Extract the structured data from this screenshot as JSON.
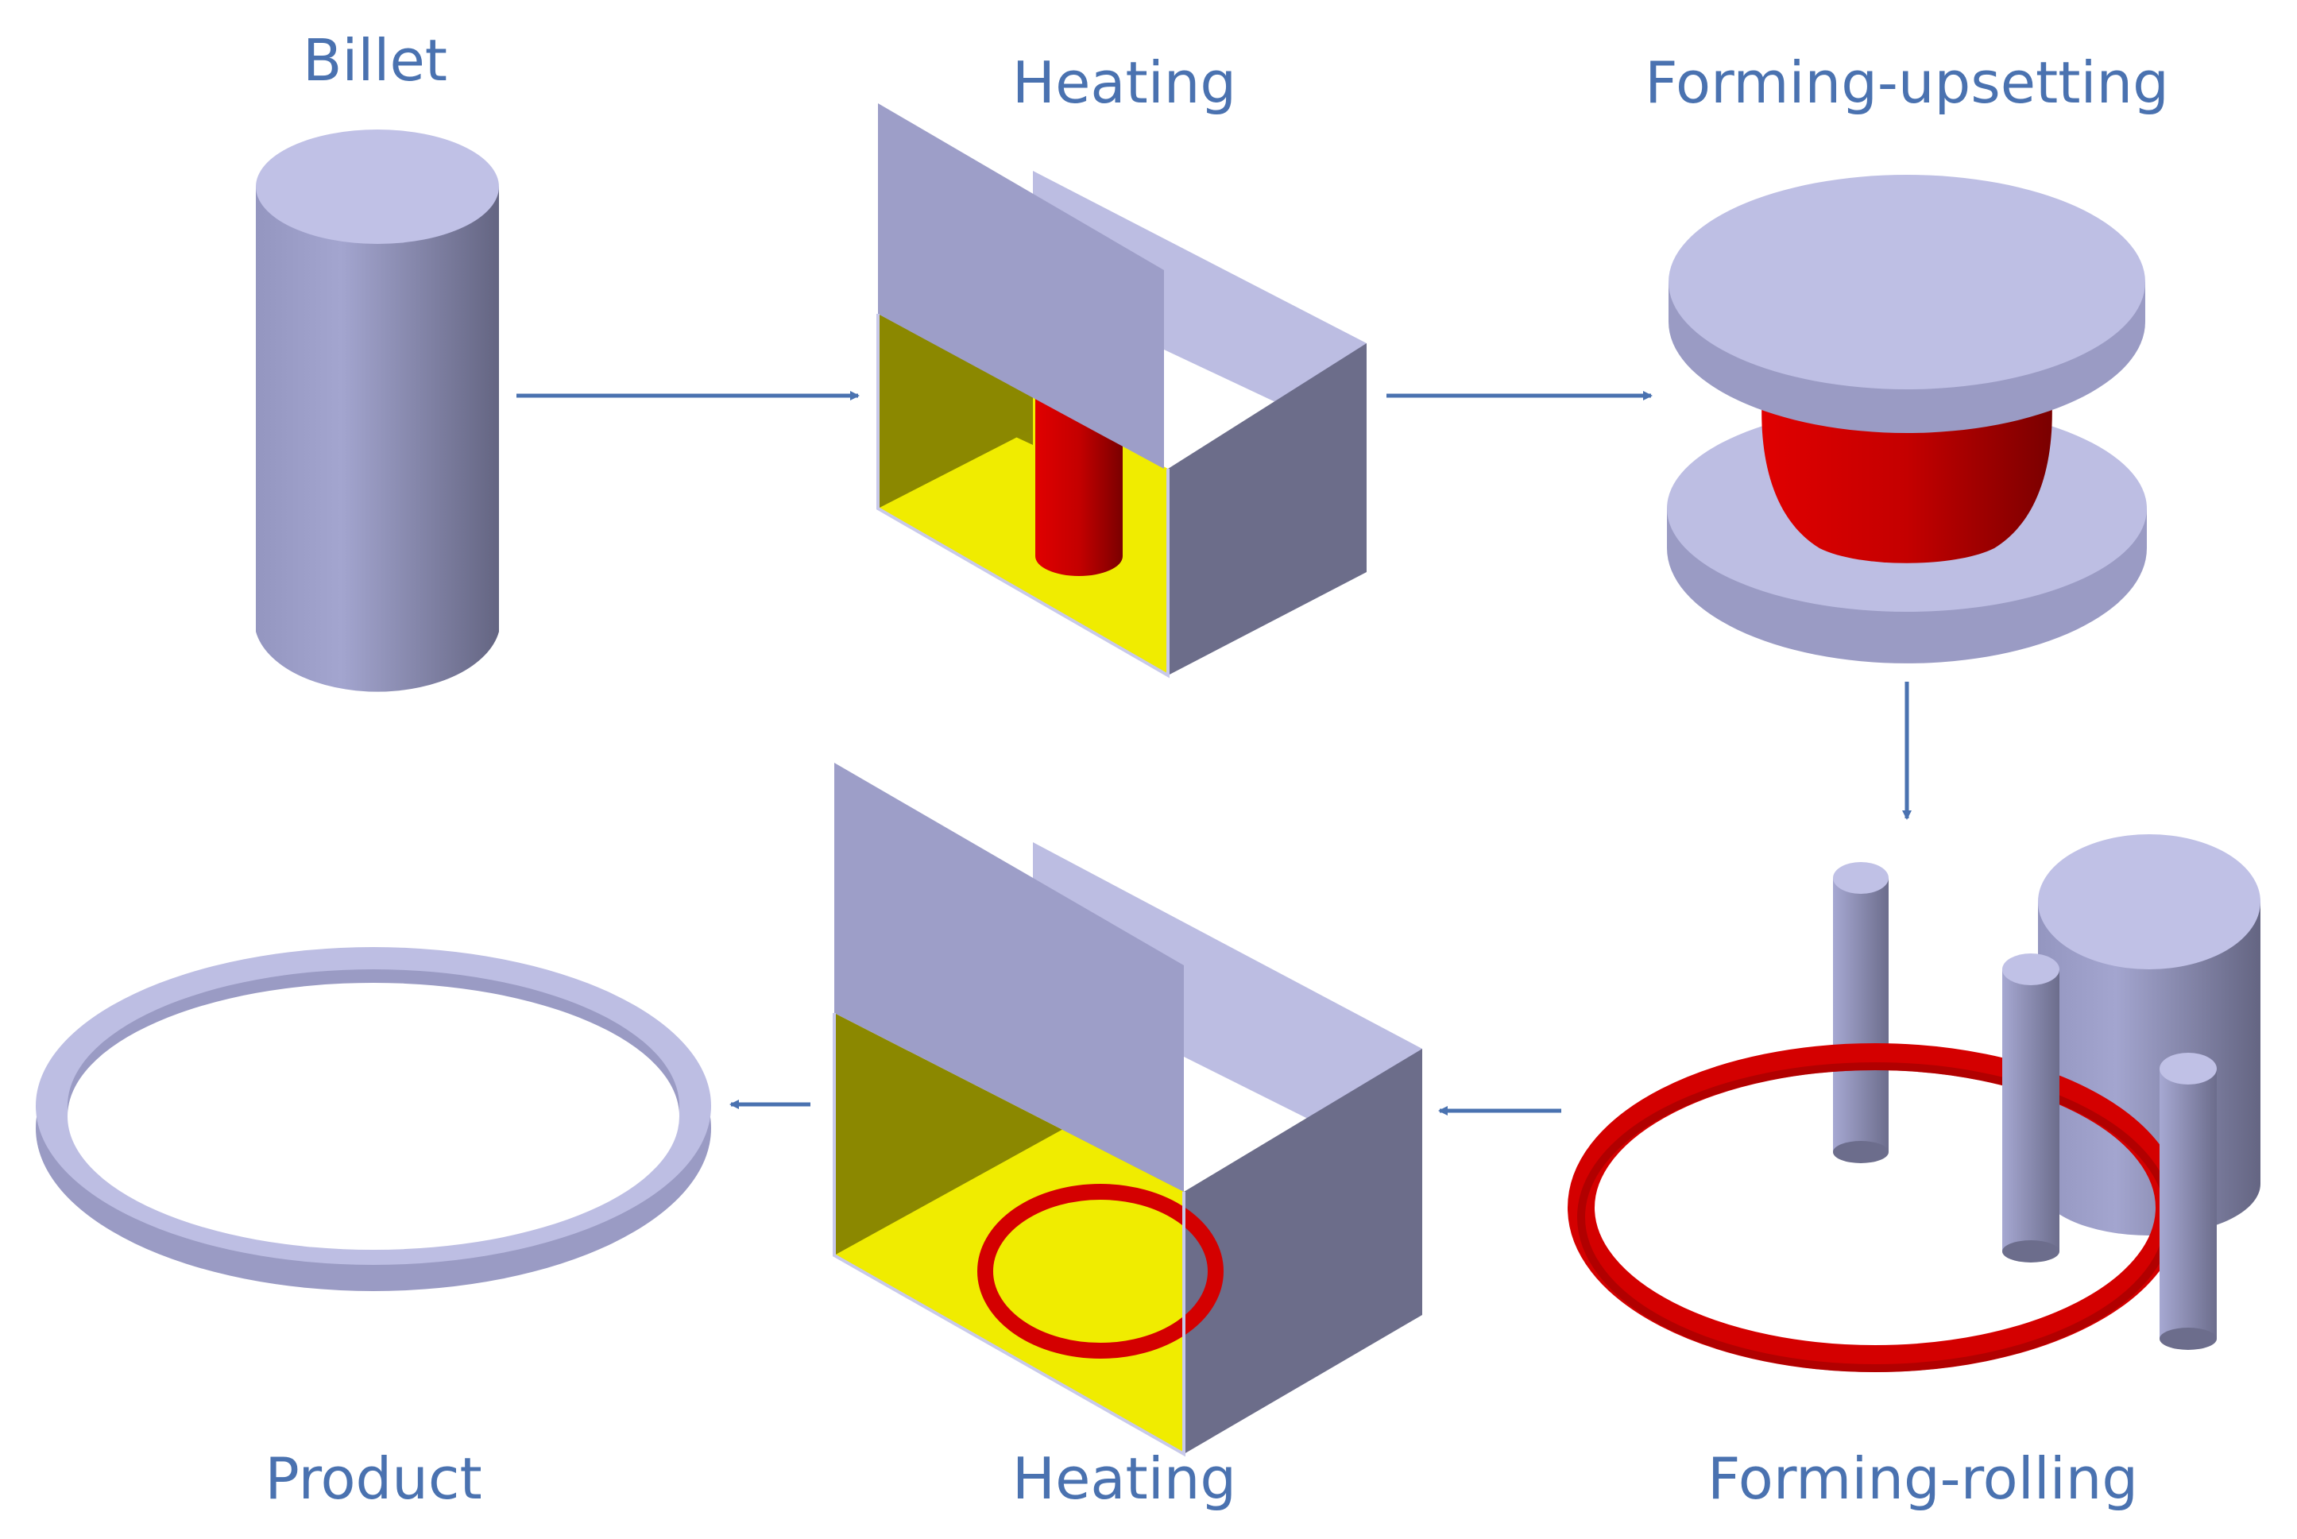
{
  "labels": {
    "billet": "Billet",
    "heating_top": "Heating",
    "forming_upsetting": "Forming-upsetting",
    "product": "Product",
    "heating_bottom": "Heating",
    "forming_rolling": "Forming-rolling"
  },
  "colors": {
    "label": "#4a72b0",
    "arrow": "#4a72b0",
    "steel_light": "#bfc0e4",
    "steel_mid": "#9c9dc8",
    "steel_dark": "#6a6b88",
    "hot_red": "#cc0000",
    "furnace_yellow": "#f2ee00",
    "furnace_olive": "#8a8700"
  }
}
